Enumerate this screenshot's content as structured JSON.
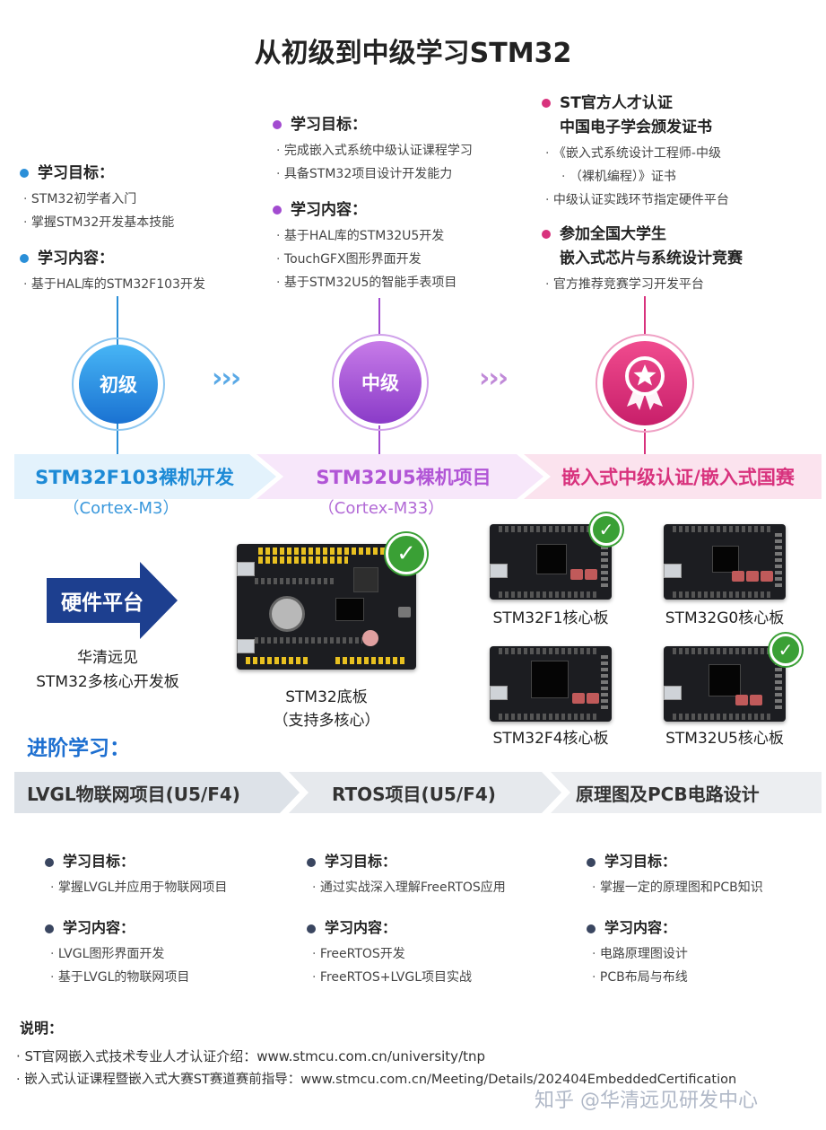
{
  "title": "从初级到中级学习STM32",
  "level1": {
    "goal_heading": "学习目标：",
    "goals": [
      "STM32初学者入门",
      "掌握STM32开发基本技能"
    ],
    "content_heading": "学习内容：",
    "contents": [
      "基于HAL库的STM32F103开发"
    ],
    "badge": "初级",
    "band": "STM32F103裸机开发",
    "core": "（Cortex-M3）"
  },
  "level2": {
    "goal_heading": "学习目标：",
    "goals": [
      "完成嵌入式系统中级认证课程学习",
      "具备STM32项目设计开发能力"
    ],
    "content_heading": "学习内容：",
    "contents": [
      "基于HAL库的STM32U5开发",
      "TouchGFX图形界面开发",
      "基于STM32U5的智能手表项目"
    ],
    "badge": "中级",
    "band": "STM32U5裸机项目",
    "core": "（Cortex-M33）"
  },
  "level3": {
    "cert_heading_1": "ST官方人才认证",
    "cert_heading_2": "中国电子学会颁发证书",
    "cert_items": [
      "《嵌入式系统设计工程师-中级",
      "（裸机编程）》证书",
      "中级认证实践环节指定硬件平台"
    ],
    "contest_heading_1": "参加全国大学生",
    "contest_heading_2": "嵌入式芯片与系统设计竞赛",
    "contest_items": [
      "官方推荐竞赛学习开发平台"
    ],
    "band": "嵌入式中级认证/嵌入式国赛"
  },
  "hardware": {
    "arrow_label": "硬件平台",
    "desc_line1": "华清远见",
    "desc_line2": "STM32多核心开发板",
    "base_label_1": "STM32底板",
    "base_label_2": "（支持多核心）",
    "cores": [
      "STM32F1核心板",
      "STM32G0核心板",
      "STM32F4核心板",
      "STM32U5核心板"
    ]
  },
  "advanced": {
    "heading": "进阶学习：",
    "columns": [
      {
        "band": "LVGL物联网项目(U5/F4)",
        "goal_heading": "学习目标：",
        "goal": "掌握LVGL并应用于物联网项目",
        "content_heading": "学习内容：",
        "contents": [
          "LVGL图形界面开发",
          "基于LVGL的物联网项目"
        ]
      },
      {
        "band": "RTOS项目(U5/F4)",
        "goal_heading": "学习目标：",
        "goal": "通过实战深入理解FreeRTOS应用",
        "content_heading": "学习内容：",
        "contents": [
          "FreeRTOS开发",
          "FreeRTOS+LVGL项目实战"
        ]
      },
      {
        "band": "原理图及PCB电路设计",
        "goal_heading": "学习目标：",
        "goal": "掌握一定的原理图和PCB知识",
        "content_heading": "学习内容：",
        "contents": [
          "电路原理图设计",
          "PCB布局与布线"
        ]
      }
    ]
  },
  "notes": {
    "heading": "说明：",
    "lines": [
      "ST官网嵌入式技术专业人才认证介绍：www.stmcu.com.cn/university/tnp",
      "嵌入式认证课程暨嵌入式大赛ST赛道赛前指导：www.stmcu.com.cn/Meeting/Details/202404EmbeddedCertification"
    ]
  },
  "watermark": "知乎 @华清远见研发中心",
  "colors": {
    "blue": "#2a8fd8",
    "purple": "#a24bd0",
    "pink": "#d8327d",
    "navy": "#1d3f8f",
    "check": "#3aa035"
  }
}
